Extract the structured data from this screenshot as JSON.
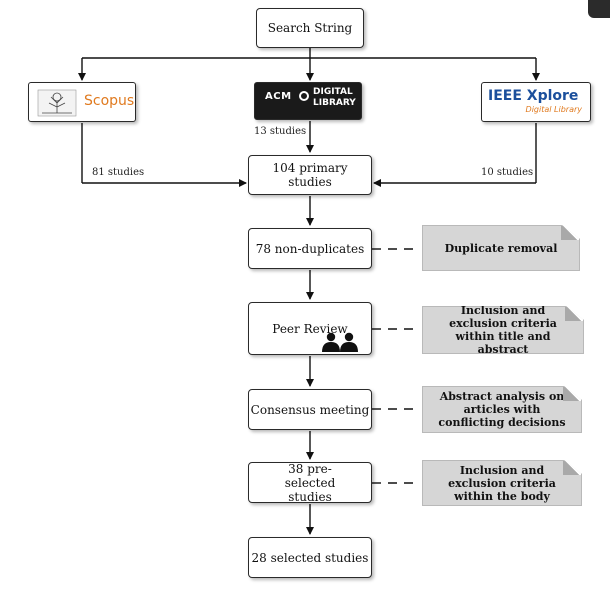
{
  "flow": {
    "search_string": "Search String",
    "sources": {
      "scopus": {
        "name": "Scopus",
        "count": "81 studies"
      },
      "acm": {
        "line1": "ACM",
        "line2": "DIGITAL",
        "line3": "LIBRARY",
        "count": "13 studies"
      },
      "ieee": {
        "name": "IEEE Xplore",
        "sub": "Digital Library",
        "count": "10 studies"
      }
    },
    "primary": "104 primary studies",
    "non_duplicates": "78 non-duplicates",
    "peer_review": "Peer Review",
    "consensus": "Consensus meeting",
    "preselected": "38 pre-selected studies",
    "selected": "28 selected studies"
  },
  "notes": {
    "duplicate_removal": "Duplicate removal",
    "inclusion_title_abstract": "Inclusion and exclusion criteria within title and abstract",
    "abstract_analysis": "Abstract analysis on articles with conflicting decisions",
    "inclusion_body": "Inclusion and exclusion criteria within the body"
  },
  "icons": {
    "people": "people-icon",
    "scopus_logo": "elsevier-tree-icon"
  }
}
